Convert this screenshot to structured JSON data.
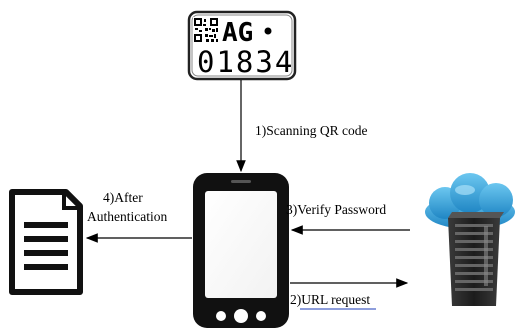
{
  "license_plate": {
    "line1": "AG",
    "line2": "01834"
  },
  "steps": {
    "scan_label": "1)Scanning QR code",
    "after_auth_line1": "4)After",
    "after_auth_line2": "Authentication",
    "verify_label": "3)Verify Password",
    "url_label": "2)URL  request"
  },
  "icons": {
    "plate": "license-plate-with-qr-code",
    "document": "document-icon",
    "phone": "smartphone-icon",
    "server": "cloud-server-icon"
  },
  "colors": {
    "cloud": "#2b9fd8",
    "server": "#2a2a2a",
    "phone": "#111111",
    "underline": "#4a63c8"
  }
}
